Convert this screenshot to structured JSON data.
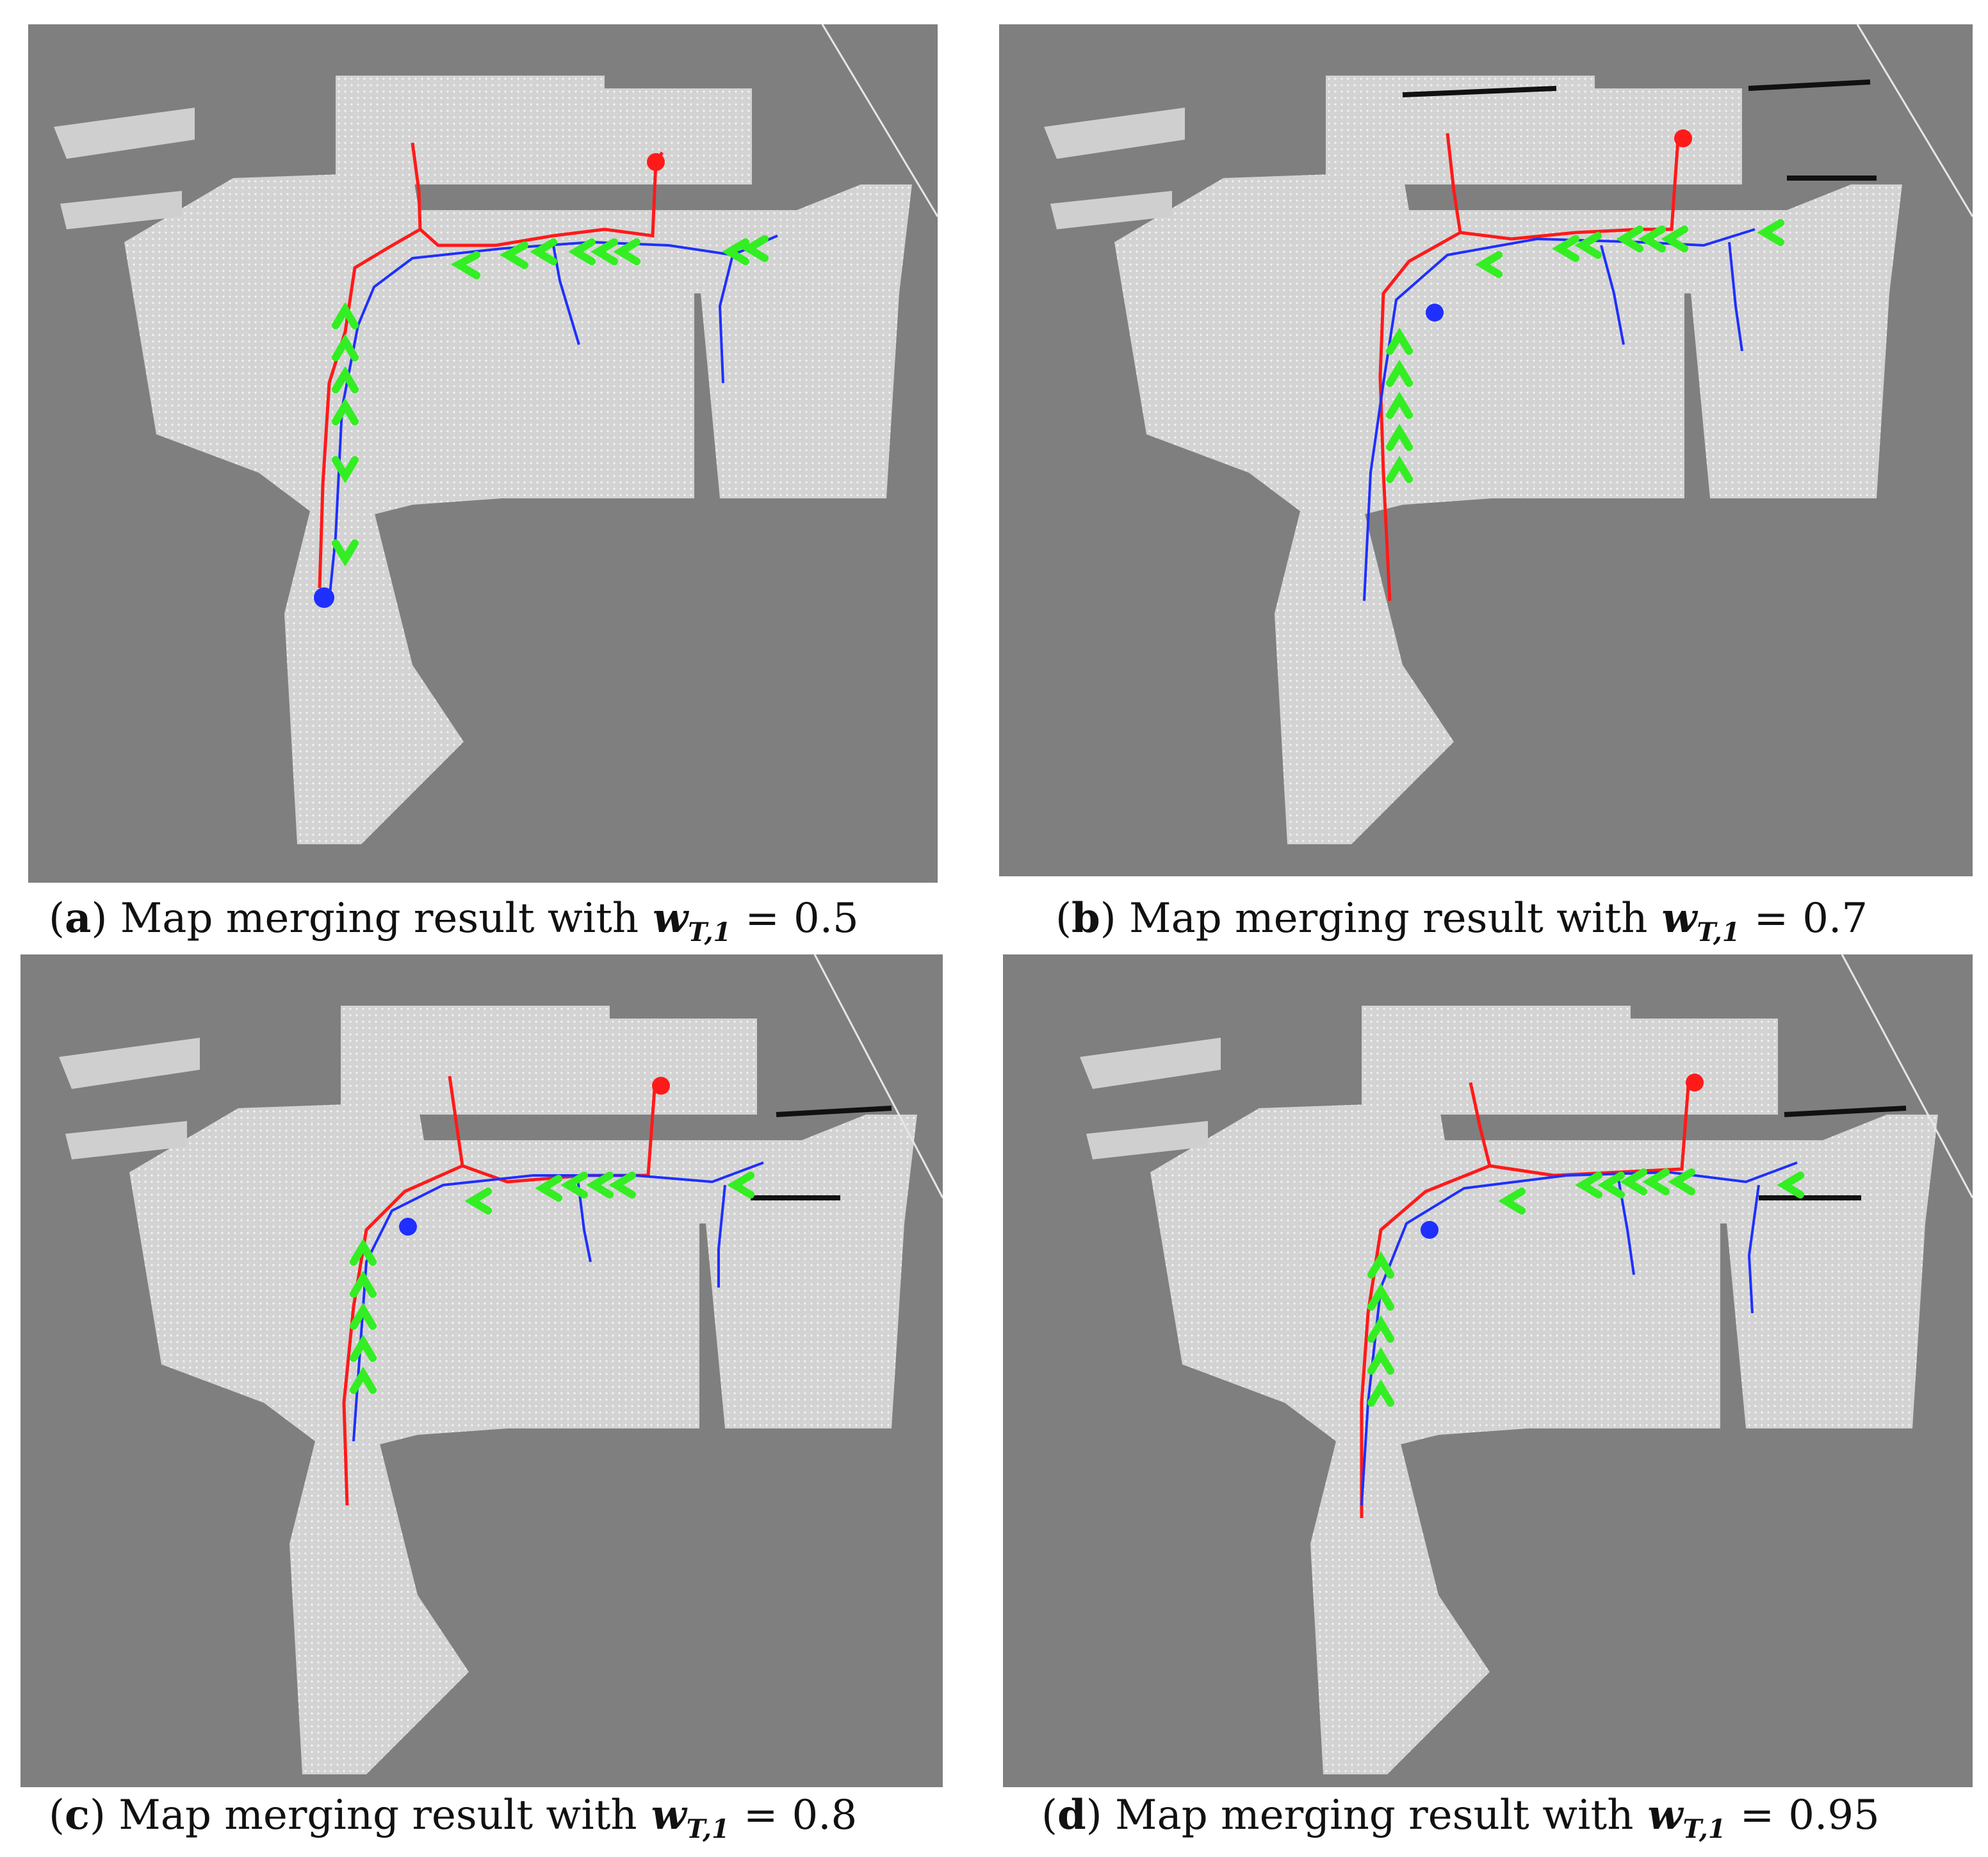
{
  "colors": {
    "unknown": "#7f7f7f",
    "free": "#d3d3d3",
    "occupied": "#111111",
    "robot1_path": "#ff1a1a",
    "robot2_path": "#1f2fff",
    "frontier_arrows": "#33ee22"
  },
  "icons": {
    "robot1_marker": "red-dot-icon",
    "robot2_marker": "blue-dot-icon",
    "arrow": "chevron-arrow-icon"
  },
  "panels": [
    {
      "letter": "a",
      "text": "Map merging result with",
      "w": "w",
      "sub": "T,1",
      "eq": "=",
      "value": "0.5"
    },
    {
      "letter": "b",
      "text": "Map merging result with",
      "w": "w",
      "sub": "T,1",
      "eq": "=",
      "value": "0.7"
    },
    {
      "letter": "c",
      "text": "Map merging result with",
      "w": "w",
      "sub": "T,1",
      "eq": "=",
      "value": "0.8"
    },
    {
      "letter": "d",
      "text": "Map merging result with",
      "w": "w",
      "sub": "T,1",
      "eq": "=",
      "value": "0.95"
    }
  ]
}
